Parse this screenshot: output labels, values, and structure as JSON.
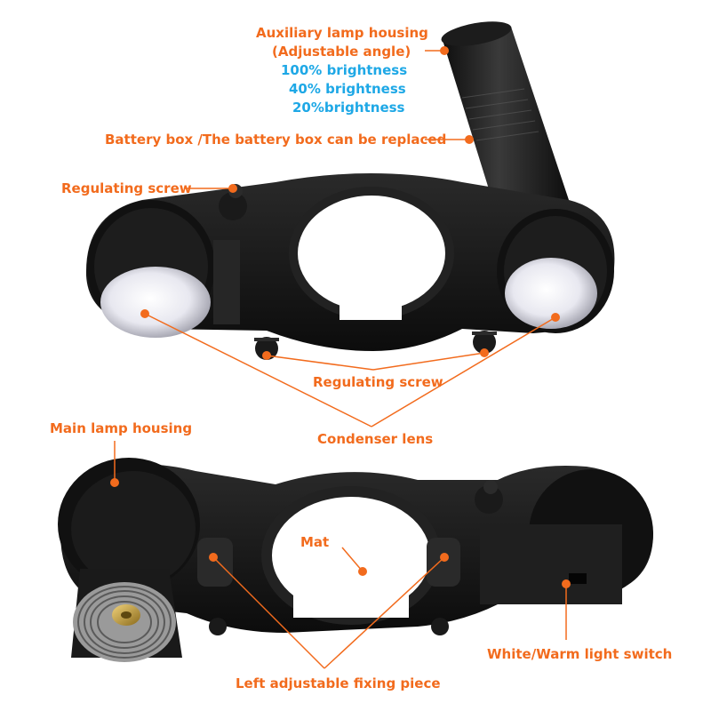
{
  "colors": {
    "accent": "#f26b1d",
    "brightness_text": "#1ea8e6",
    "device_body": "#141414"
  },
  "labels": {
    "aux_housing_line1": "Auxiliary lamp housing",
    "aux_housing_line2": "(Adjustable angle)",
    "brightness_100": "100% brightness",
    "brightness_40": "40% brightness",
    "brightness_20": "20%brightness",
    "battery_box": "Battery box /The battery box can be replaced",
    "regulating_screw_top": "Regulating screw",
    "regulating_screw_mid": "Regulating screw",
    "condenser_lens": "Condenser lens",
    "main_lamp_housing": "Main lamp housing",
    "mat": "Mat",
    "white_warm_switch": "White/Warm light switch",
    "left_fixing_piece": "Left adjustable fixing piece"
  }
}
